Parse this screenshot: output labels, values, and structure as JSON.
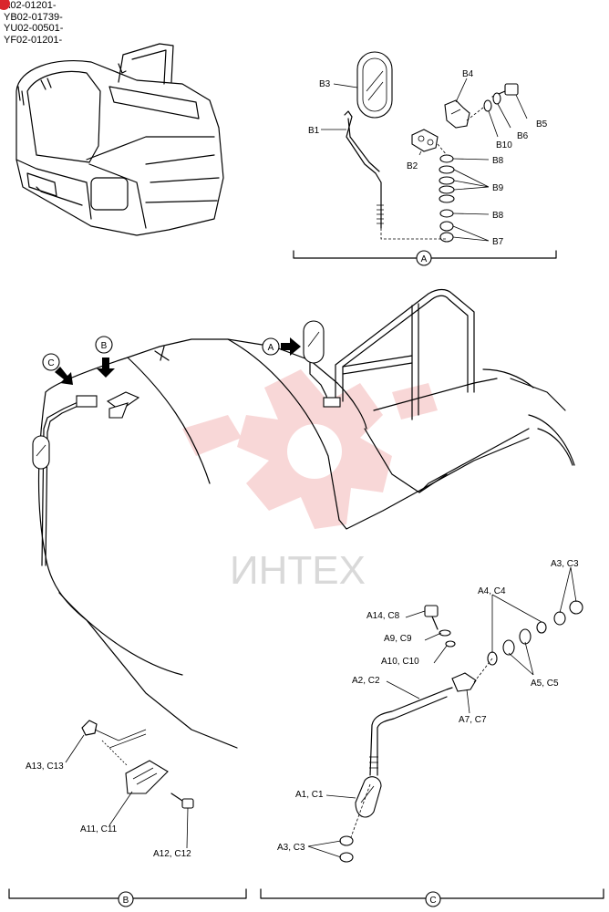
{
  "serial_numbers": [
    "A02-01201-",
    "YB02-01739-",
    "YU02-00501-",
    "YF02-01201-"
  ],
  "watermark": {
    "text": "ИНТЕХ",
    "color": "#f3b7b7"
  },
  "accent_color": "#d9262c",
  "detail_a": {
    "circle_label": "A",
    "labels": {
      "b1": "B1",
      "b2": "B2",
      "b3": "B3",
      "b4": "B4",
      "b5": "B5",
      "b6": "B6",
      "b7": "B7",
      "b8_top": "B8",
      "b8_bottom": "B8",
      "b9": "B9",
      "b10": "B10"
    }
  },
  "main_view": {
    "marker_a": "A",
    "marker_b": "B",
    "marker_c": "C"
  },
  "detail_b": {
    "circle_label": "B",
    "labels": {
      "a11_c11": "A11, C11",
      "a12_c12": "A12, C12",
      "a13_c13": "A13, C13"
    }
  },
  "detail_c": {
    "circle_label": "C",
    "labels": {
      "a1_c1": "A1, C1",
      "a2_c2": "A2, C2",
      "a3_c3_top": "A3, C3",
      "a3_c3_bottom": "A3, C3",
      "a4_c4": "A4, C4",
      "a5_c5": "A5, C5",
      "a7_c7": "A7, C7",
      "a9_c9": "A9, C9",
      "a10_c10": "A10, C10",
      "a14_c8": "A14, C8"
    }
  }
}
